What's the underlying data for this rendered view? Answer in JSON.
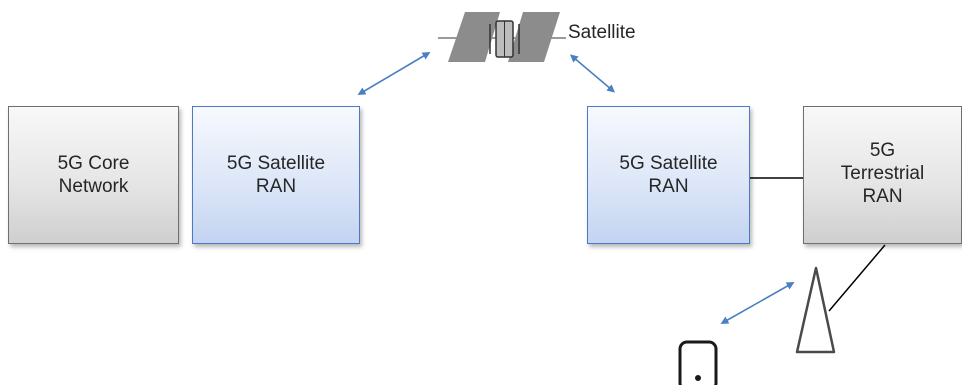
{
  "satellite": {
    "label": "Satellite"
  },
  "boxes": {
    "core_network": "5G Core\nNetwork",
    "satellite_ran_left": "5G Satellite\nRAN",
    "satellite_ran_right": "5G Satellite\nRAN",
    "terrestrial_ran": "5G\nTerrestrial\nRAN"
  },
  "colors": {
    "arrow": "#4a7fc1",
    "ran_fill": "#dde7f8",
    "ran_border": "#4a79c8",
    "core_fill": "#e6e6e6",
    "core_border": "#6f6f6f",
    "satellite_panel": "#8c8c8c"
  },
  "icons": [
    "satellite-icon",
    "antenna-tower-icon",
    "mobile-device-icon"
  ]
}
